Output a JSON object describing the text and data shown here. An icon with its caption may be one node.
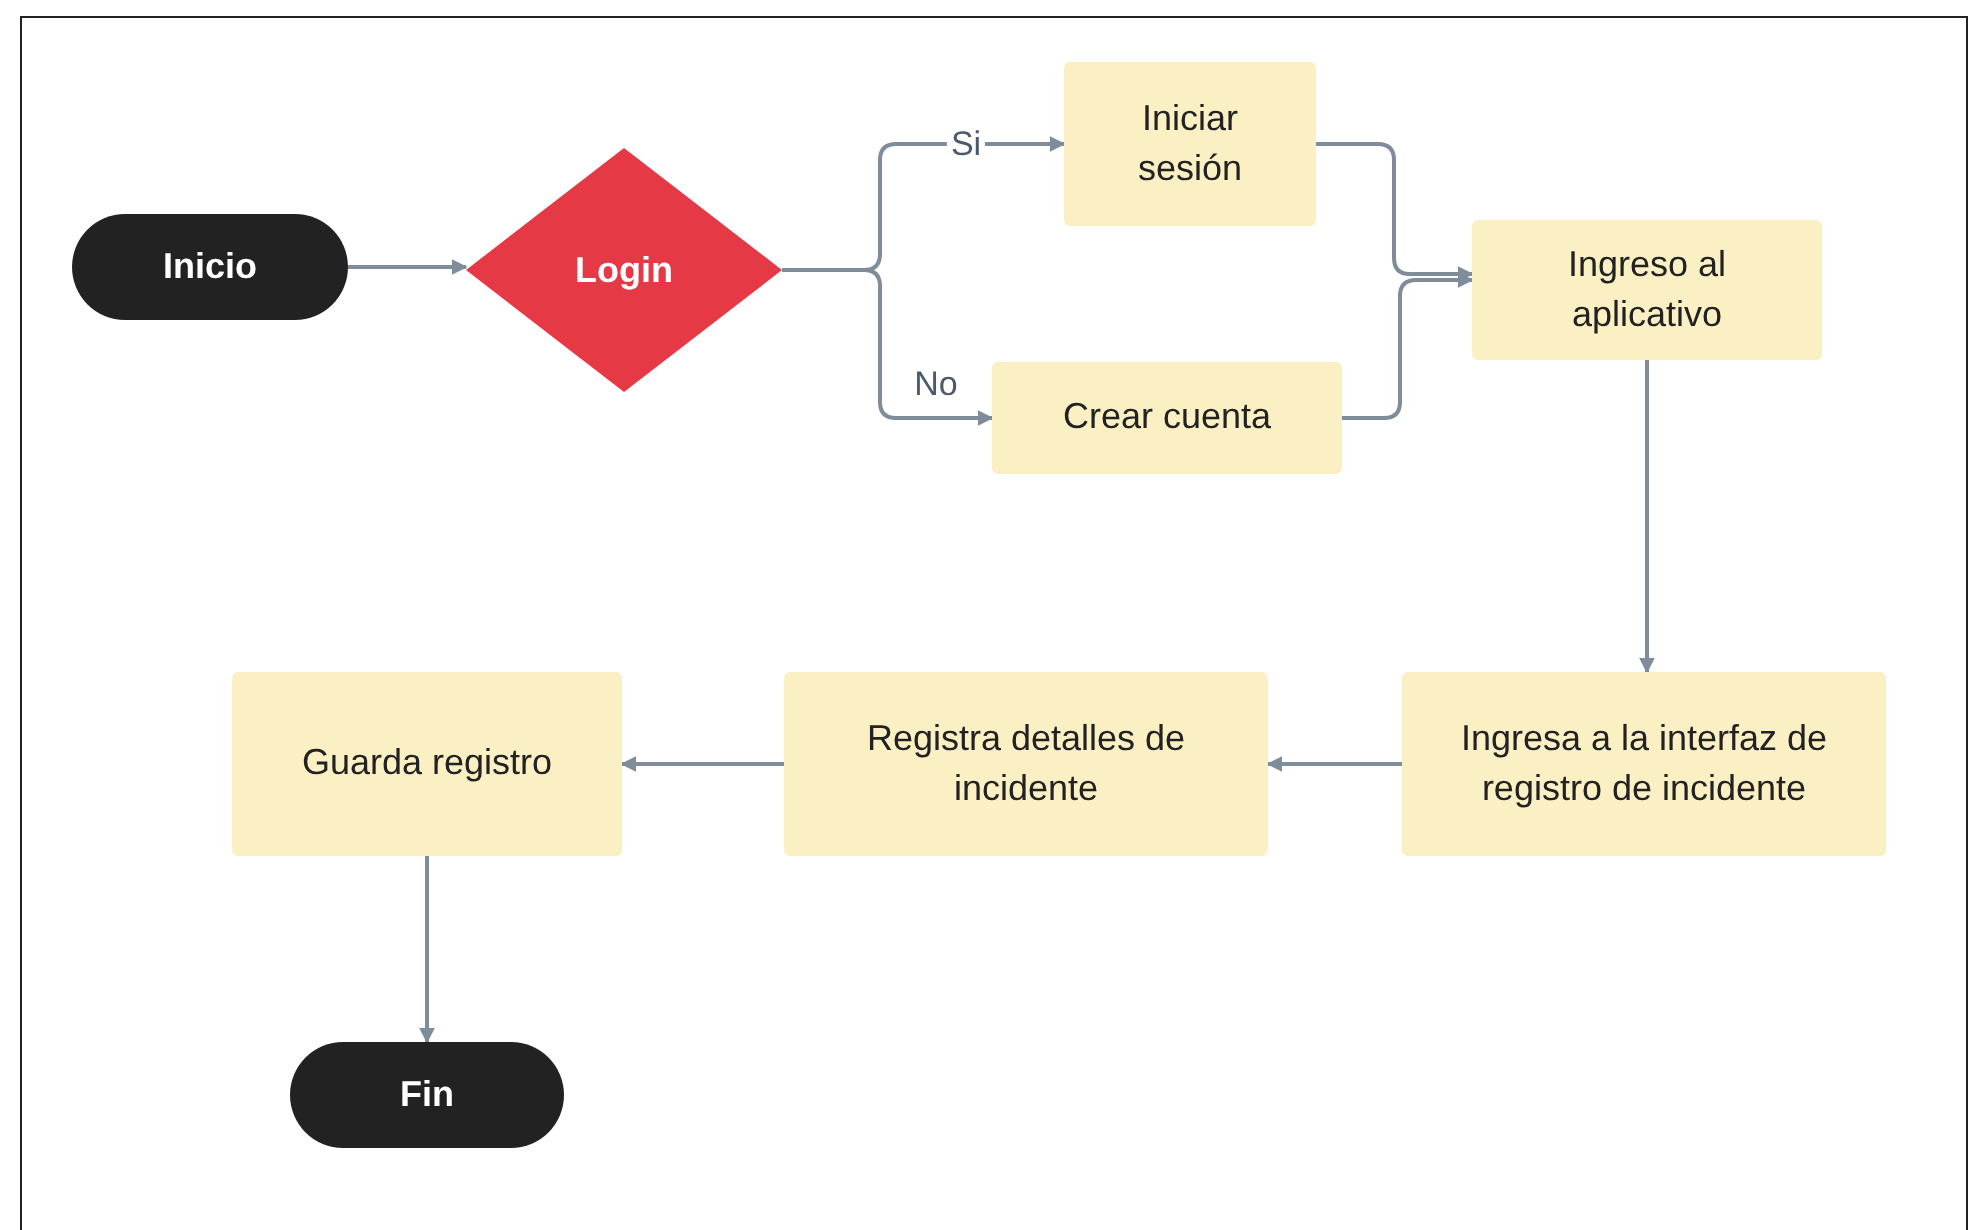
{
  "diagram": {
    "nodes": [
      {
        "text": [
          "Inicio"
        ]
      },
      {
        "text": [
          "Login"
        ]
      },
      {
        "text": [
          "Iniciar sesión"
        ]
      },
      {
        "text": [
          "Crear cuenta"
        ]
      },
      {
        "text": [
          "Ingreso al aplicativo"
        ]
      },
      {
        "text": [
          "Ingresa a la interfaz de registro de incidente"
        ]
      },
      {
        "text": [
          "Registra detalles de incidente"
        ]
      },
      {
        "text": [
          "Guarda registro"
        ]
      },
      {
        "text": [
          "Fin"
        ]
      }
    ],
    "edges": [
      {
        "from": 0,
        "to": 1,
        "arrow": "to"
      },
      {
        "from": 1,
        "to": 2,
        "arrow": "to",
        "label": "Si"
      },
      {
        "from": 1,
        "to": 3,
        "arrow": "to",
        "label": "No"
      },
      {
        "from": 2,
        "to": 4,
        "arrow": "to"
      },
      {
        "from": 3,
        "to": 4,
        "arrow": "to"
      },
      {
        "from": 4,
        "to": 5,
        "arrow": "to"
      },
      {
        "from": 5,
        "to": 6,
        "arrow": "to"
      },
      {
        "from": 6,
        "to": 7,
        "arrow": "to"
      },
      {
        "from": 7,
        "to": 8,
        "arrow": "to"
      }
    ]
  }
}
